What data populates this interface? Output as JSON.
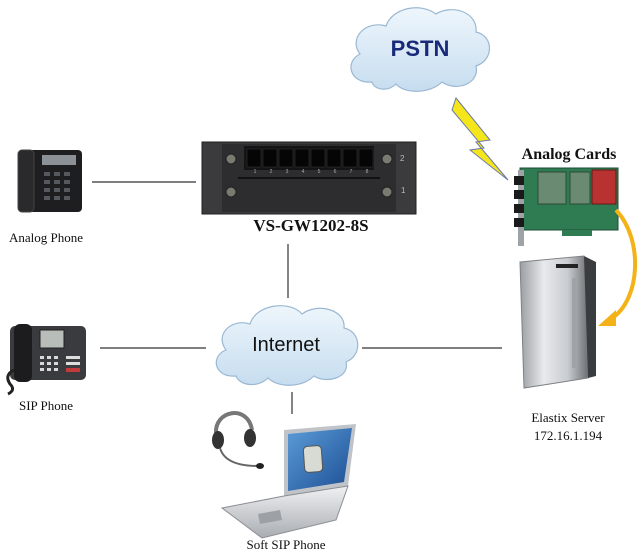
{
  "diagram": {
    "title": "VS-GW1202-8S with Elastix network topology",
    "nodes": {
      "pstn": {
        "label": "PSTN"
      },
      "internet": {
        "label": "Internet"
      },
      "gateway": {
        "label": "VS-GW1202-8S",
        "port_numbers": [
          "1",
          "2",
          "3",
          "4",
          "5",
          "6",
          "7",
          "8"
        ],
        "slot_numbers": [
          "2",
          "1"
        ]
      },
      "analog_cards": {
        "label": "Analog Cards"
      },
      "analog_phone": {
        "label": "Analog Phone"
      },
      "sip_phone": {
        "label": "SIP Phone"
      },
      "soft_sip_phone": {
        "label": "Soft SIP Phone"
      },
      "elastix_server": {
        "label": "Elastix Server",
        "ip": "172.16.1.194"
      }
    },
    "connections": [
      {
        "from": "analog_phone",
        "to": "gateway",
        "type": "line"
      },
      {
        "from": "gateway",
        "to": "internet",
        "type": "line"
      },
      {
        "from": "sip_phone",
        "to": "internet",
        "type": "line"
      },
      {
        "from": "soft_sip_phone",
        "to": "internet",
        "type": "line"
      },
      {
        "from": "internet",
        "to": "elastix_server",
        "type": "line"
      },
      {
        "from": "pstn",
        "to": "analog_cards",
        "type": "lightning"
      },
      {
        "from": "analog_cards",
        "to": "elastix_server",
        "type": "curved-arrow"
      }
    ],
    "colors": {
      "cloud_fill": "#d6e8f6",
      "cloud_stroke": "#9bb8d3",
      "pstn_text": "#1a2a7a",
      "lightning": "#f5e61c",
      "arrow": "#f3b318",
      "line": "#333333"
    }
  }
}
